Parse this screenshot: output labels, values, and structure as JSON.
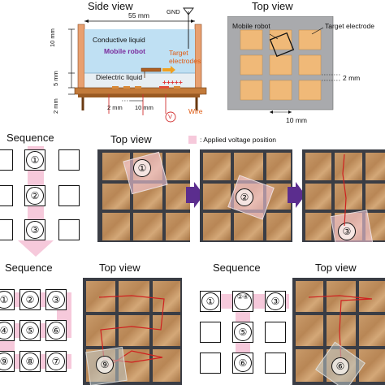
{
  "side_view": {
    "title": "Side view",
    "width_label": "55 mm",
    "gnd_label": "GND",
    "conductive_liquid": "Conductive liquid",
    "mobile_robot": "Mobile robot",
    "target_electrodes": "Target\nelectrodes",
    "dielectric_liquid": "Dielectric liquid",
    "plus_marks": "+++++",
    "wire": "Wire",
    "voltage_symbol": "V",
    "dim_10mm_a": "10 mm",
    "dim_5mm": "5 mm",
    "dim_2mm_left": "2 mm",
    "dim_2mm_bottom": "2 mm",
    "dim_10mm_bottom": "10 mm"
  },
  "top_view_diagram": {
    "title": "Top view",
    "mobile_robot": "Mobile robot",
    "target_electrode": "Target electrode",
    "gap_label": "2 mm",
    "pitch_label": "10 mm"
  },
  "sequence_1": {
    "title": "Sequence",
    "legend": ": Applied voltage position",
    "steps": [
      "①",
      "②",
      "③"
    ],
    "top_view": "Top view"
  },
  "sequence_2": {
    "title": "Sequence",
    "top_view": "Top view",
    "grid": [
      "①",
      "②",
      "③",
      "④",
      "⑤",
      "⑥",
      "⑦",
      "⑧",
      "⑨"
    ],
    "photo_mark": "⑨"
  },
  "sequence_3": {
    "title": "Sequence",
    "top_view": "Top view",
    "grid": [
      "①",
      "②④",
      "③",
      "⑤",
      "⑥"
    ],
    "photo_mark": "⑥"
  },
  "colors": {
    "highlight": "#f6c9db",
    "arrow": "#5b2d8e",
    "trace": "#d0201f",
    "robot_label": "#7a2b9c",
    "electrode_label": "#e05a12",
    "pad": "#f0b978"
  }
}
